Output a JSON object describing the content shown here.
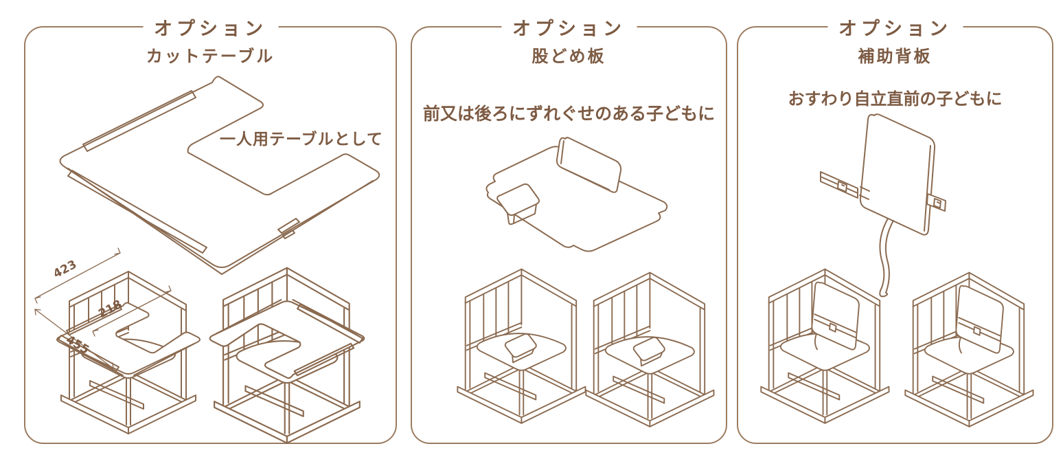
{
  "colors": {
    "line": "#8a6a50",
    "text": "#7d5b43",
    "border": "#9b7c61",
    "background": "#ffffff"
  },
  "panels": [
    {
      "tag": "オプション",
      "title": "カットテーブル",
      "caption": "一人用テーブルとして",
      "dimensions": {
        "table_width": "423",
        "cutout_width": "218",
        "table_depth": "455"
      },
      "illustrations": [
        "cut-table-line-art",
        "high-chair-with-cut-table-line-art",
        "high-chair-with-cut-table-line-art"
      ]
    },
    {
      "tag": "オプション",
      "title": "股どめ板",
      "note": "前又は後ろにずれぐせのある子どもに",
      "illustrations": [
        "crotch-guard-board-line-art",
        "high-chair-with-crotch-guard-line-art",
        "high-chair-with-crotch-guard-line-art"
      ]
    },
    {
      "tag": "オプション",
      "title": "補助背板",
      "note": "おすわり自立直前の子どもに",
      "illustrations": [
        "support-backboard-with-strap-line-art",
        "high-chair-with-backboard-line-art",
        "high-chair-with-backboard-line-art"
      ]
    }
  ]
}
